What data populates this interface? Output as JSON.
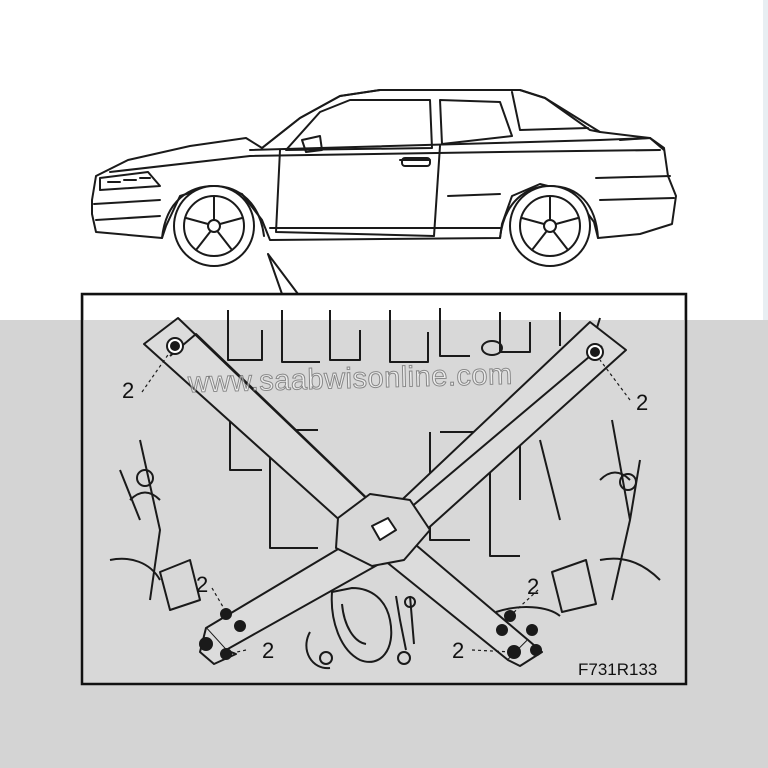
{
  "figure": {
    "code": "F731R133",
    "watermark": "www.saabwisonline.com",
    "callout_number": "2",
    "colors": {
      "background": "#ffffff",
      "band": "#d4d4d4",
      "line": "#1a1a1a",
      "inset_fill": "#d8d8d8"
    }
  }
}
